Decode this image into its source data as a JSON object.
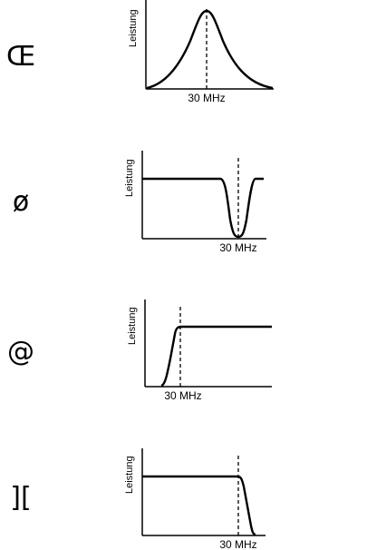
{
  "panels": [
    {
      "marker": "Œ",
      "ylabel": "Leistung",
      "xlabel": "30 MHz",
      "shape": "bandpass"
    },
    {
      "marker": "ø",
      "ylabel": "Leistung",
      "xlabel": "30 MHz",
      "shape": "notch"
    },
    {
      "marker": "@",
      "ylabel": "Leistung",
      "xlabel": "30 MHz",
      "shape": "highpass"
    },
    {
      "marker": "][",
      "ylabel": "Leistung",
      "xlabel": "30 MHz",
      "shape": "lowpass"
    }
  ]
}
